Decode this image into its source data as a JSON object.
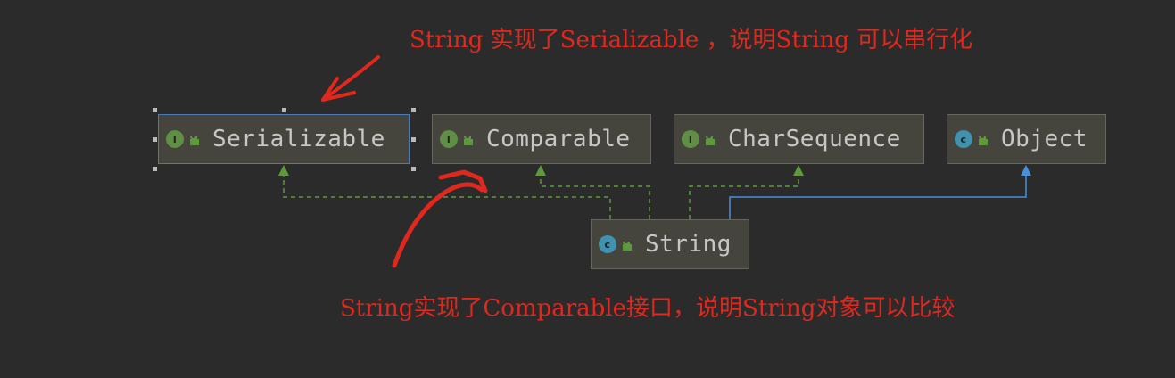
{
  "nodes": {
    "serializable": {
      "kind": "interface",
      "badge": "I",
      "label": "Serializable"
    },
    "comparable": {
      "kind": "interface",
      "badge": "I",
      "label": "Comparable"
    },
    "charsequence": {
      "kind": "interface",
      "badge": "I",
      "label": "CharSequence"
    },
    "object": {
      "kind": "class",
      "badge": "c",
      "label": "Object"
    },
    "string": {
      "kind": "class",
      "badge": "c",
      "label": "String"
    }
  },
  "annotations": {
    "top": "String 实现了Serializable ，说明String 可以串行化",
    "bottom": "String实现了Comparable接口，说明String对象可以比较"
  },
  "colors": {
    "background": "#2b2b2b",
    "node_fill": "#45443d",
    "interface_badge": "#5e8f45",
    "class_badge": "#3f92b0",
    "implements_edge": "#5e9a3c",
    "extends_edge": "#4a8fdb",
    "annotation": "#e0281e",
    "selection": "#4a79b4"
  },
  "edges": [
    {
      "from": "string",
      "to": "serializable",
      "type": "implements"
    },
    {
      "from": "string",
      "to": "comparable",
      "type": "implements"
    },
    {
      "from": "string",
      "to": "charsequence",
      "type": "implements"
    },
    {
      "from": "string",
      "to": "object",
      "type": "extends"
    }
  ]
}
